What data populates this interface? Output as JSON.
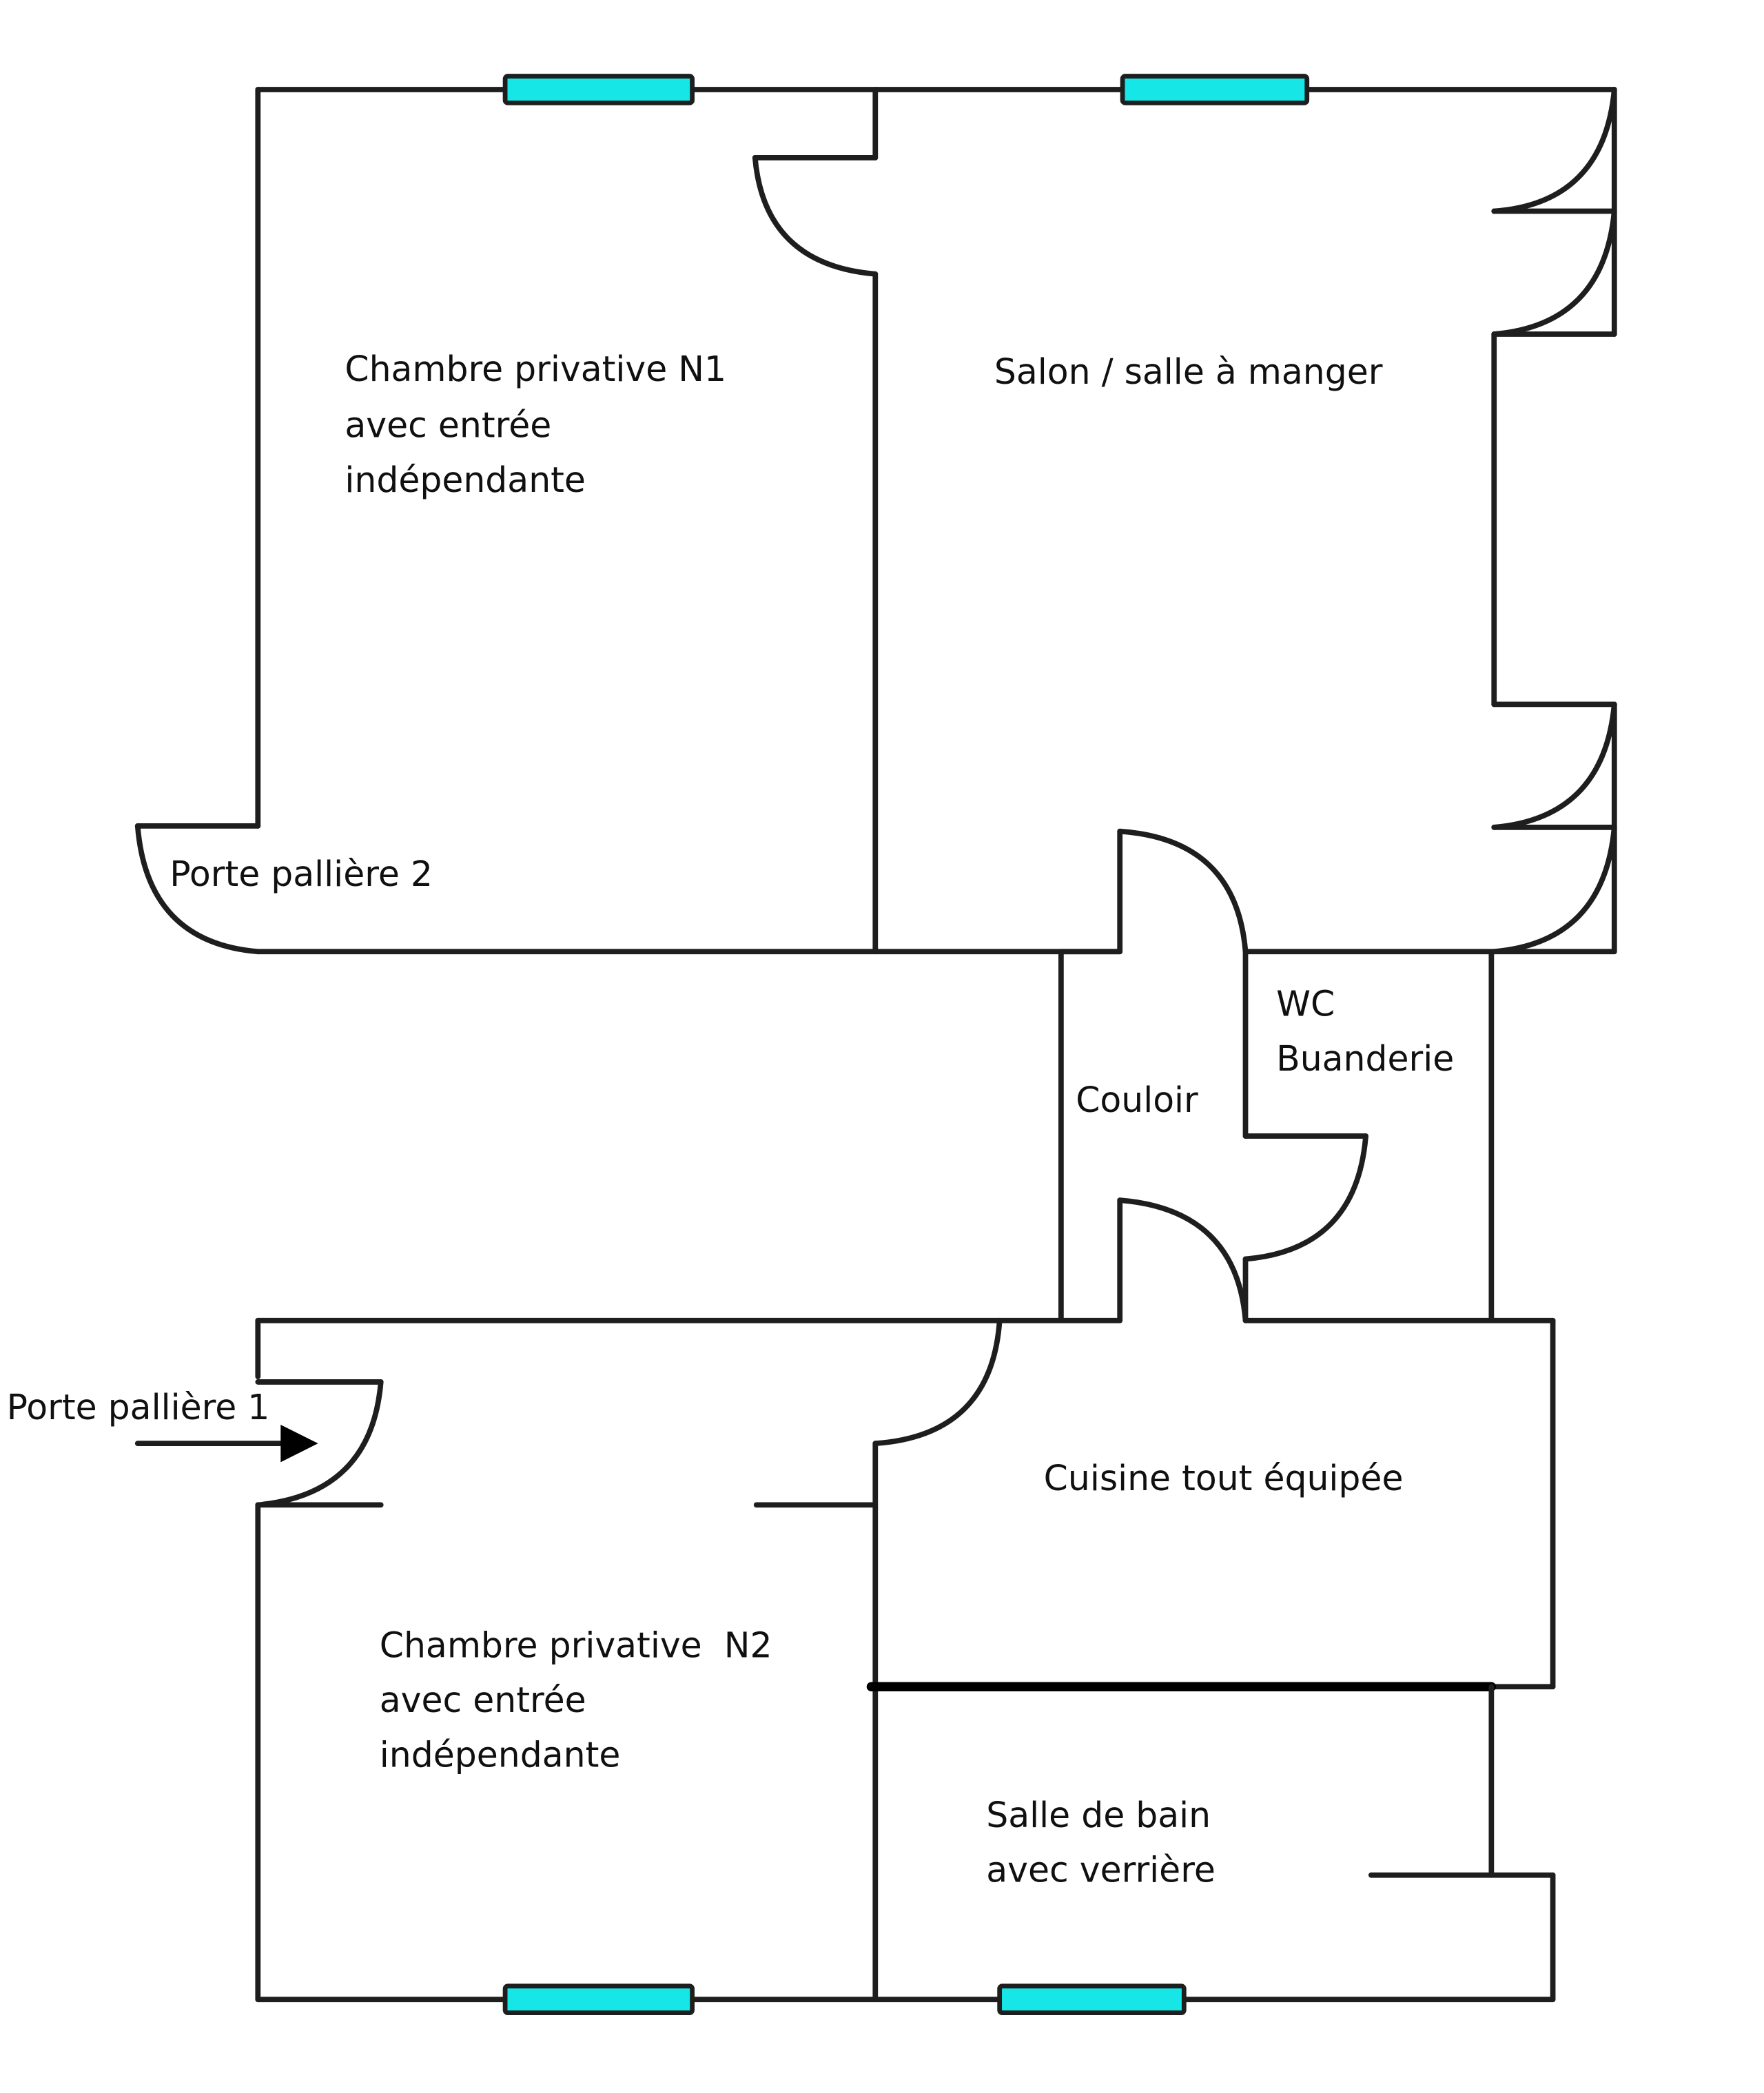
{
  "plan": {
    "rooms": [
      {
        "id": "chambre-n1",
        "lines": [
          "Chambre privative N1",
          "avec entrée",
          "indépendante"
        ]
      },
      {
        "id": "salon",
        "lines": [
          "Salon / salle à manger"
        ]
      },
      {
        "id": "wc",
        "lines": [
          "WC",
          "Buanderie"
        ]
      },
      {
        "id": "couloir",
        "lines": [
          "Couloir"
        ]
      },
      {
        "id": "cuisine",
        "lines": [
          "Cuisine tout équipée"
        ]
      },
      {
        "id": "chambre-n2",
        "lines": [
          "Chambre privative  N2",
          "avec entrée",
          "indépendante"
        ]
      },
      {
        "id": "sdb",
        "lines": [
          "Salle de bain",
          "avec verrière"
        ]
      }
    ],
    "doors": {
      "porte_palliere_1": "Porte pallière 1",
      "porte_palliere_2": "Porte pallière 2"
    },
    "colors": {
      "wall": "#1e1e1e",
      "window": "#16e6e6",
      "background": "#ffffff"
    },
    "icons": {
      "entry_arrow": "arrow-right-icon"
    }
  }
}
